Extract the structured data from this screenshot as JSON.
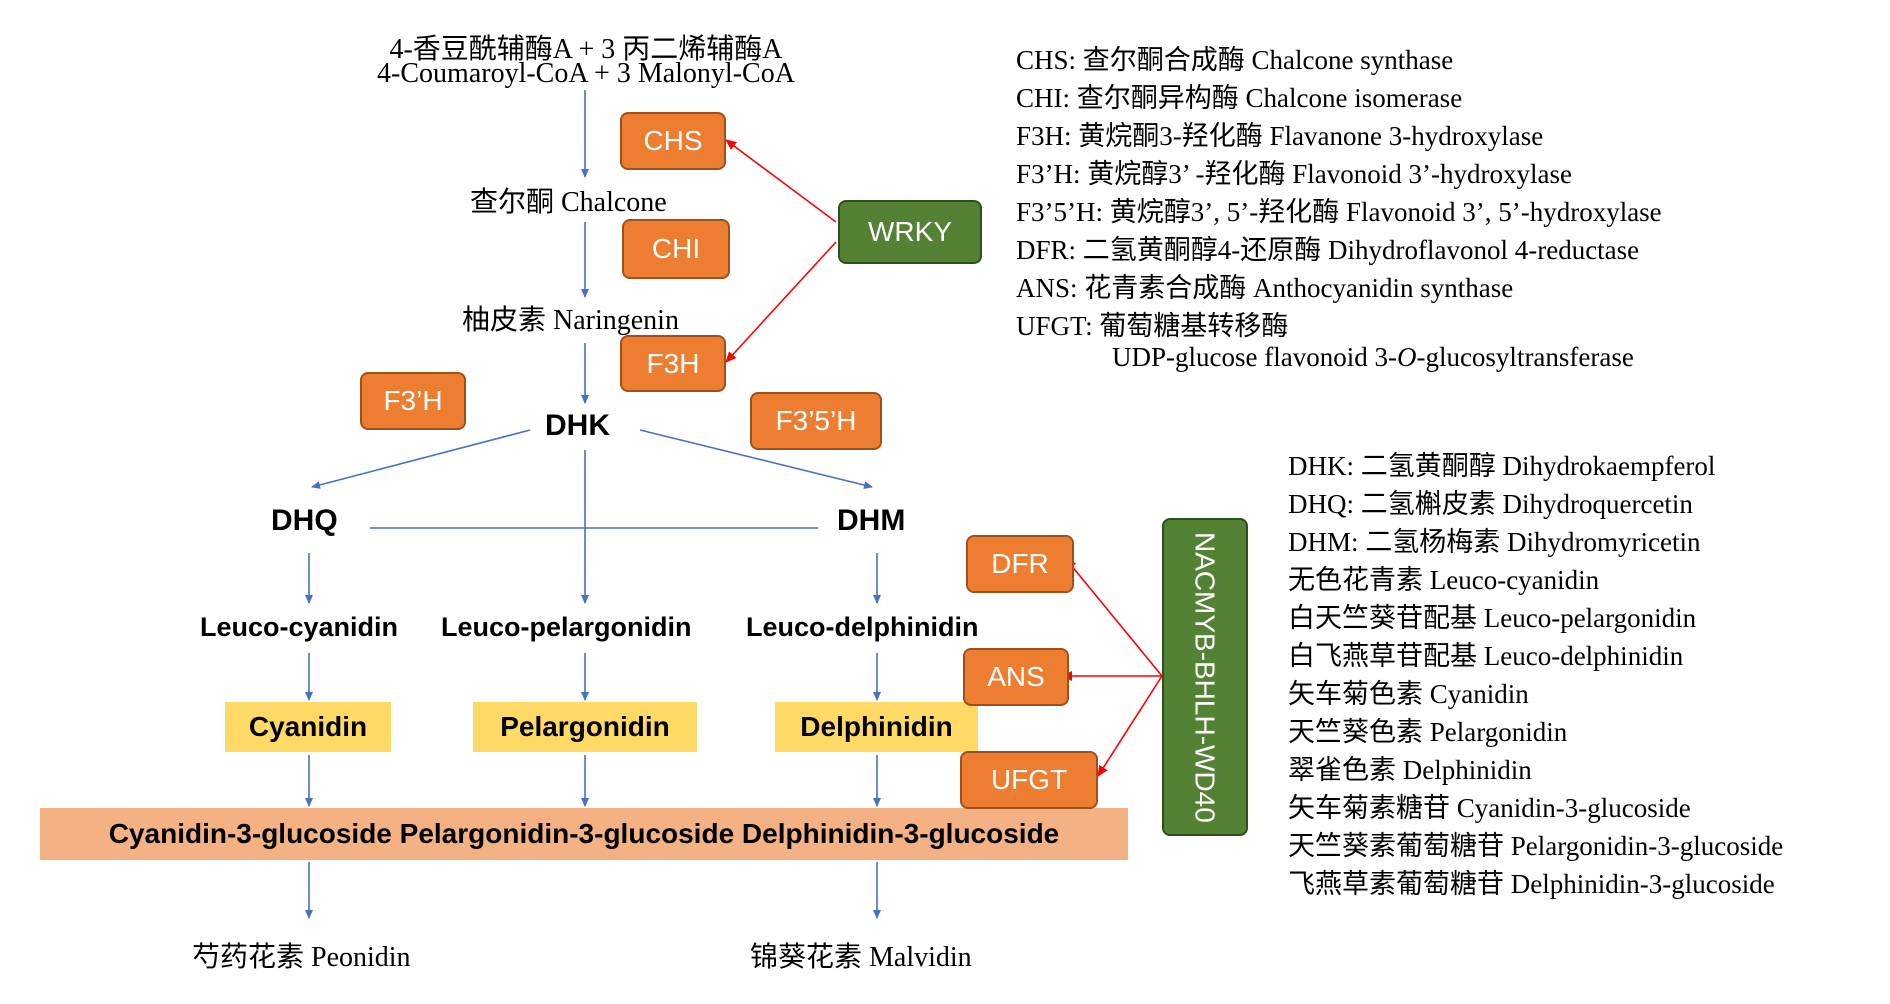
{
  "pathway": {
    "substrate_cn": "4-香豆酰辅酶A + 3 丙二烯辅酶A",
    "substrate_en": "4-Coumaroyl-CoA + 3 Malonyl-CoA",
    "chalcone": "查尔酮 Chalcone",
    "naringenin": "柚皮素 Naringenin",
    "dhk": "DHK",
    "dhq": "DHQ",
    "dhm": "DHM",
    "leuco_cyanidin": "Leuco-cyanidin",
    "leuco_pelargonidin": "Leuco-pelargonidin",
    "leuco_delphinidin": "Leuco-delphinidin",
    "cyanidin": "Cyanidin",
    "pelargonidin": "Pelargonidin",
    "delphinidin": "Delphinidin",
    "glucosides": "Cyanidin-3-glucoside Pelargonidin-3-glucoside Delphinidin-3-glucoside",
    "peonidin": "芍药花素 Peonidin",
    "malvidin": "锦葵花素 Malvidin"
  },
  "enzymes": {
    "chs": "CHS",
    "chi": "CHI",
    "f3h": "F3H",
    "f3ph": "F3’H",
    "f35h": "F3’5’H",
    "dfr": "DFR",
    "ans": "ANS",
    "ufgt": "UFGT"
  },
  "regulators": {
    "wrky": "WRKY",
    "mbw_line1": "NAC",
    "mbw_line2": "MYB-BHLH-WD40"
  },
  "enzyme_legend": [
    "CHS: 查尔酮合成酶  Chalcone synthase",
    "CHI: 查尔酮异构酶  Chalcone isomerase",
    "F3H: 黄烷酮3-羟化酶  Flavanone 3-hydroxylase",
    "F3’H: 黄烷醇3’ -羟化酶  Flavonoid 3’-hydroxylase",
    "F3’5’H: 黄烷醇3’, 5’-羟化酶  Flavonoid 3’, 5’-hydroxylase",
    "DFR: 二氢黄酮醇4-还原酶  Dihydroflavonol 4-reductase",
    "ANS: 花青素合成酶  Anthocyanidin synthase",
    "UFGT: 葡萄糖基转移酶"
  ],
  "ufgt_full_prefix": "UDP-glucose flavonoid 3-",
  "ufgt_full_italic": "O",
  "ufgt_full_suffix": "-glucosyltransferase",
  "compound_legend": [
    "DHK: 二氢黄酮醇 Dihydrokaempferol",
    "DHQ: 二氢槲皮素 Dihydroquercetin",
    "DHM: 二氢杨梅素 Dihydromyricetin",
    "无色花青素 Leuco-cyanidin",
    "白天竺葵苷配基 Leuco-pelargonidin",
    "白飞燕草苷配基 Leuco-delphinidin",
    "矢车菊色素 Cyanidin",
    "天竺葵色素 Pelargonidin",
    "翠雀色素 Delphinidin",
    "矢车菊素糖苷 Cyanidin-3-glucoside",
    "天竺葵素葡萄糖苷 Pelargonidin-3-glucoside",
    "飞燕草素葡萄糖苷 Delphinidin-3-glucoside"
  ],
  "colors": {
    "enzyme_fill": "#ED7D31",
    "regulator_fill": "#548235",
    "pigment_fill": "#FFD966",
    "glucoside_fill": "#F4B183",
    "pathway_arrow": "#4472C4",
    "regulation_arrow": "#FF0000"
  }
}
